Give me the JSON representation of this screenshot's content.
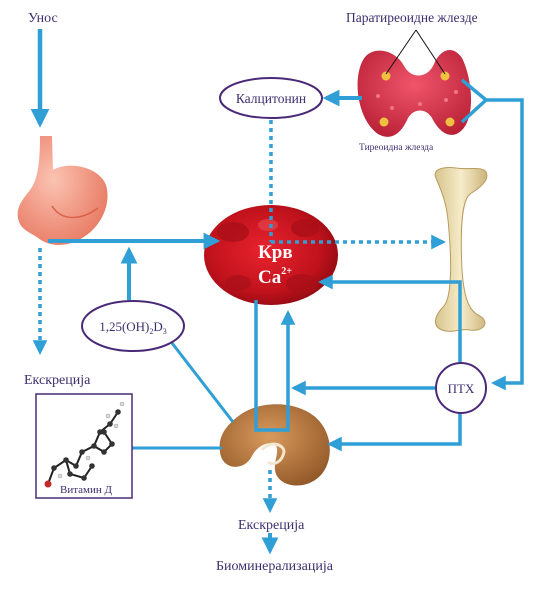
{
  "labels": {
    "intake": "Унос",
    "parathyroid_glands": "Паратиреоидне жлезде",
    "thyroid_gland": "Тиреоидна жлезда",
    "calcitonin": "Калцитонин",
    "blood": "Крв",
    "calcium": "Ca",
    "calcium_charge": "2+",
    "vitamin_d_active_base": "1,25(OH)",
    "vitamin_d_active_sub1": "2",
    "vitamin_d_active_mid": "D",
    "vitamin_d_active_sub2": "3",
    "excretion_gut": "Екскреција",
    "pth": "ПТХ",
    "vitamin_d": "Витамин Д",
    "excretion_kidney": "Екскреција",
    "biomineralization": "Биоминерализација"
  },
  "colors": {
    "arrow": "#2f9fd6",
    "label_text": "#3d2f6e",
    "blood_cell": "#c8141e",
    "stomach": "#ef8f7a",
    "thyroid": "#d9324a",
    "bone": "#efe2b8",
    "kidney": "#b8743a"
  },
  "icons": [
    "stomach-icon",
    "thyroid-icon",
    "blood-cells-icon",
    "bone-icon",
    "kidney-icon",
    "vitamin-d-molecule-icon"
  ]
}
